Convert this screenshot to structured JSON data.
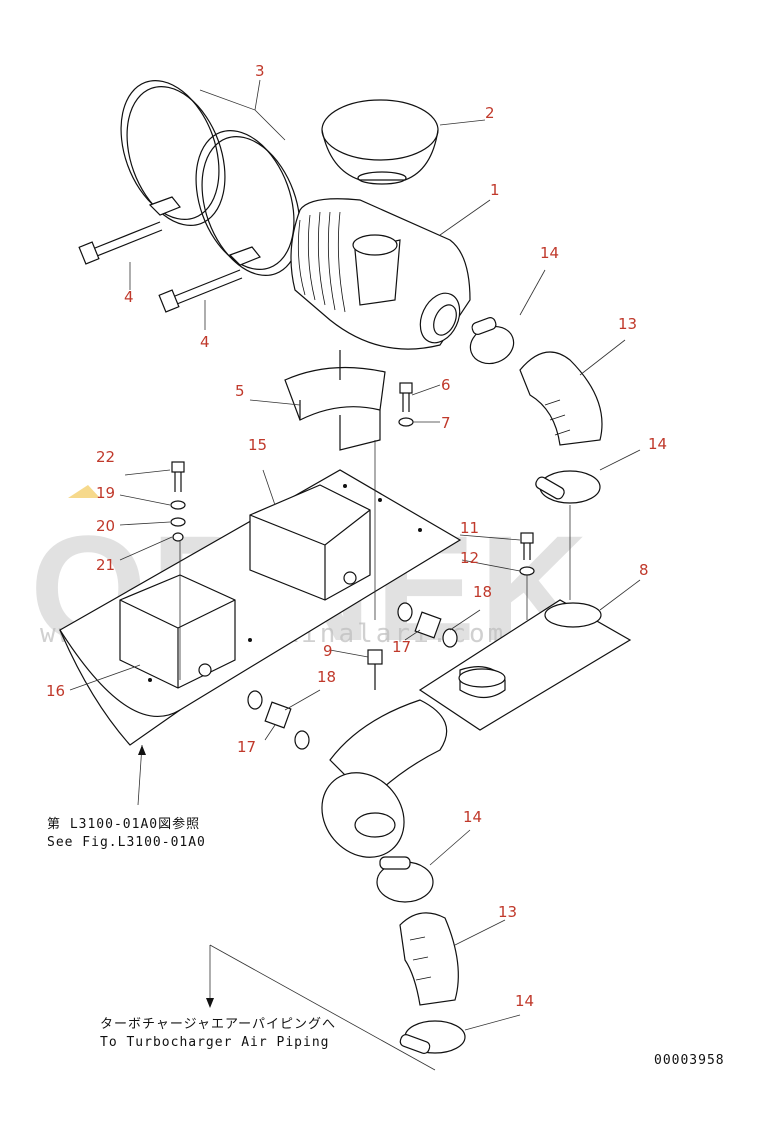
{
  "callouts": {
    "c1": "1",
    "c2": "2",
    "c3": "3",
    "c4a": "4",
    "c4b": "4",
    "c5": "5",
    "c6": "6",
    "c7": "7",
    "c8": "8",
    "c9": "9",
    "c11": "11",
    "c12": "12",
    "c13a": "13",
    "c13b": "13",
    "c14a": "14",
    "c14b": "14",
    "c14c": "14",
    "c14d": "14",
    "c15": "15",
    "c16": "16",
    "c17a": "17",
    "c17b": "17",
    "c18a": "18",
    "c18b": "18",
    "c19": "19",
    "c20": "20",
    "c21": "21",
    "c22": "22"
  },
  "notes": {
    "see_fig_jp": "第 L3100-01A0図参照",
    "see_fig_en": "See Fig.L3100-01A0",
    "turbo_jp": "ターボチャージャエアーパイピングへ",
    "turbo_en": "To Turbocharger Air Piping",
    "drawing_no": "00003958"
  },
  "watermark": {
    "brand": "ORNEK",
    "url": "www.ornekismakinalari.com.tr"
  },
  "colors": {
    "callout": "#c0392b",
    "line": "#111111",
    "watermark": "#c9c9c9"
  }
}
